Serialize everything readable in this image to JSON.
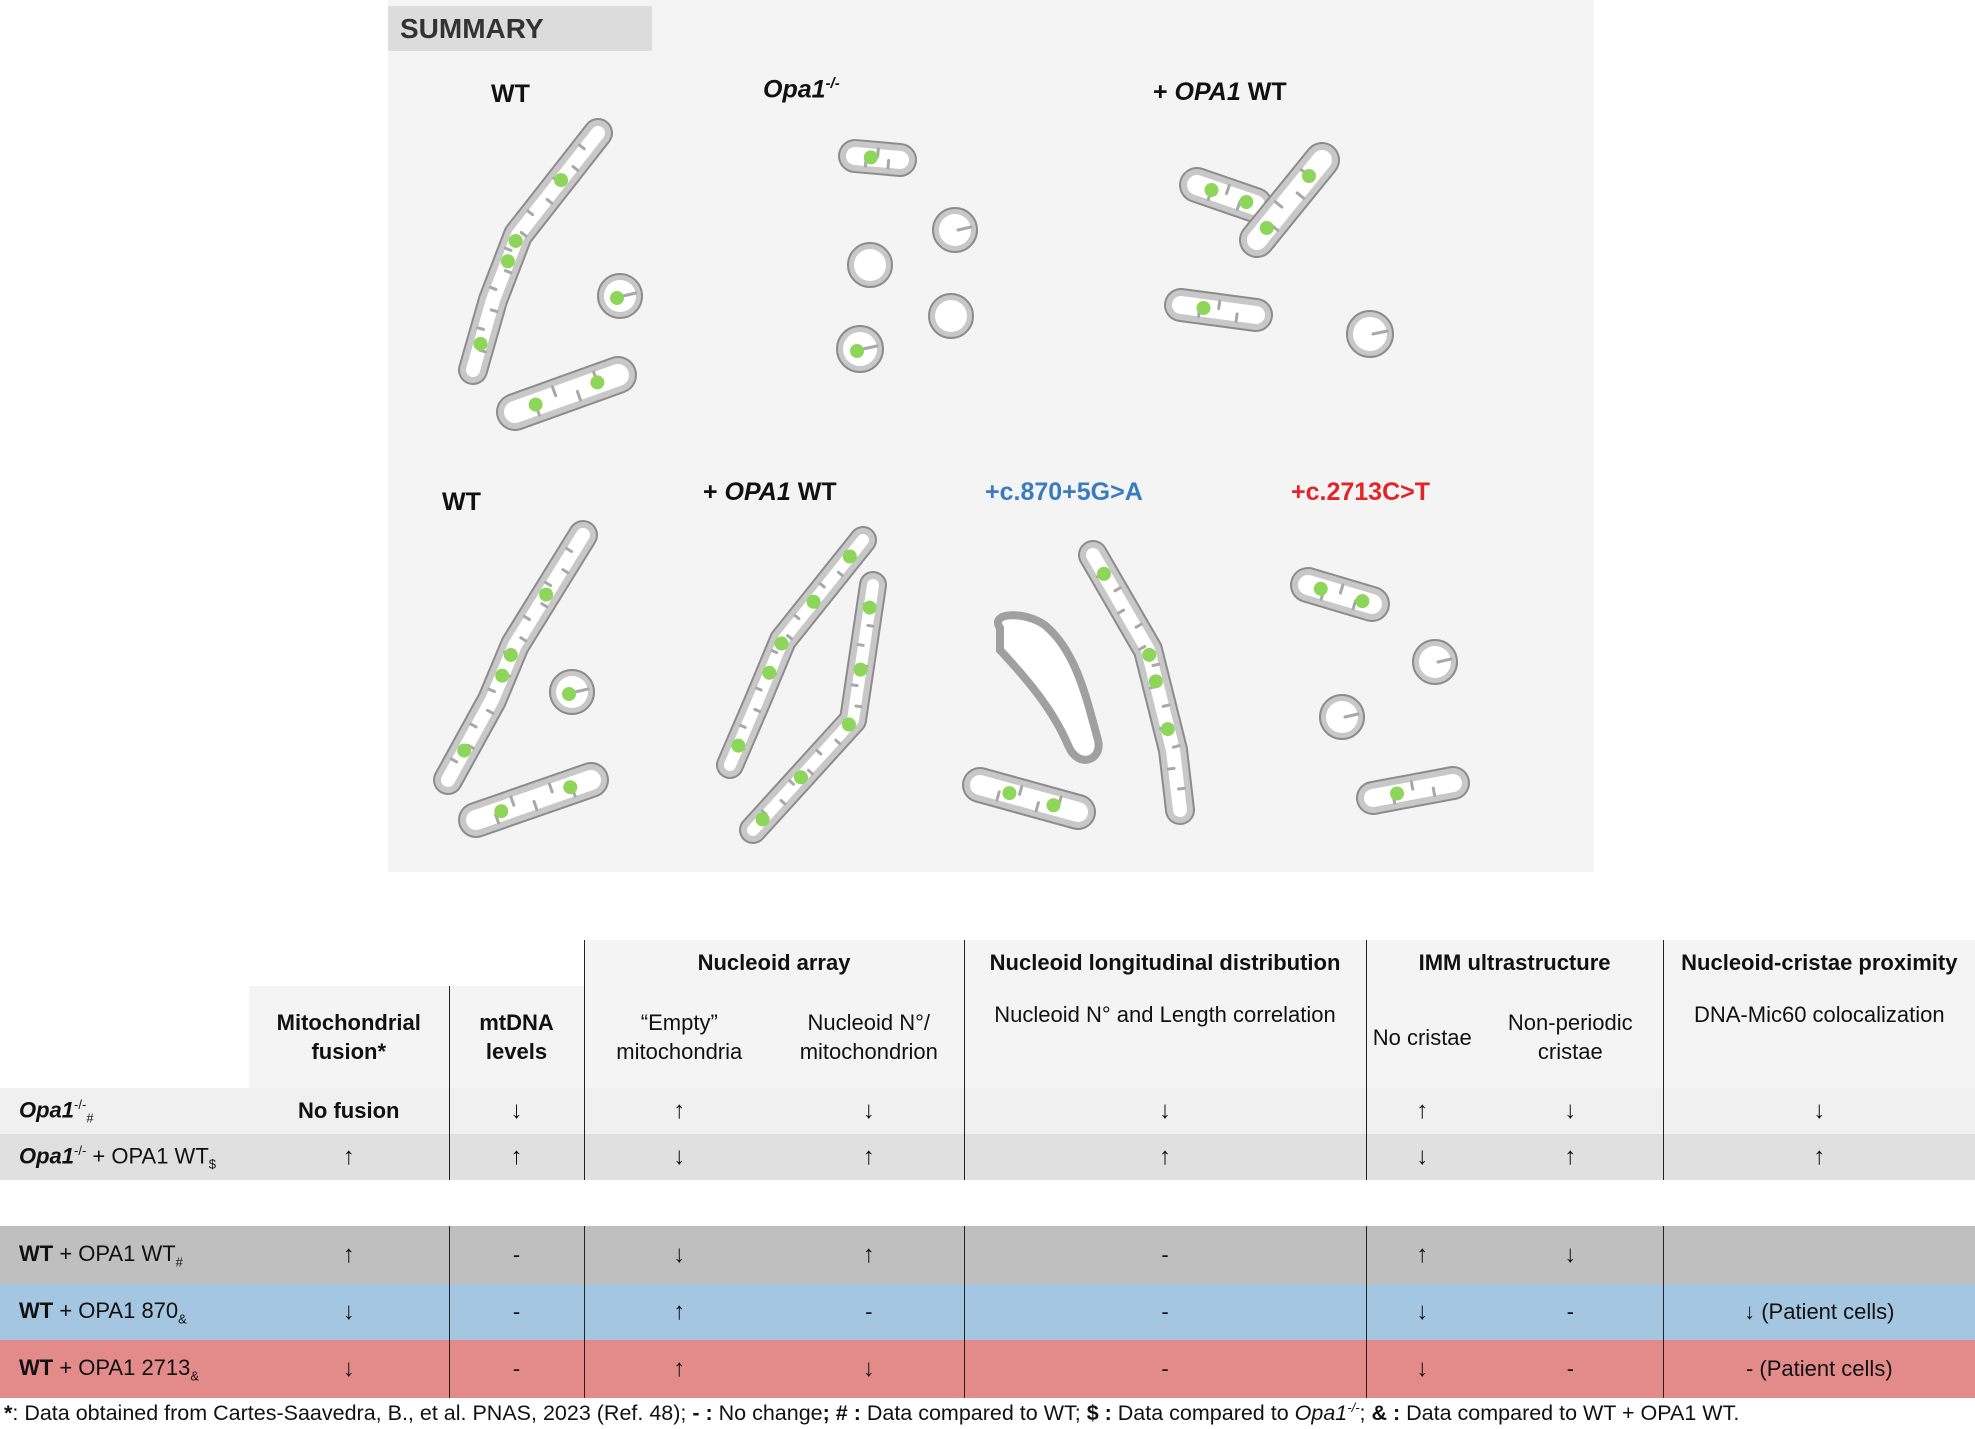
{
  "summary_title": "SUMMARY",
  "top_row": {
    "wt": "WT",
    "opa1_ko": "Opa1",
    "opa1_ko_sup": "-/-",
    "rescue_prefix": "+ ",
    "rescue_gene": "OPA1",
    "rescue_suffix": " WT"
  },
  "bottom_row": {
    "wt": "WT",
    "rescue_prefix": "+ ",
    "rescue_gene": "OPA1",
    "rescue_suffix": " WT",
    "variant_870": "+c.870+5G>A",
    "variant_2713": "+c.2713C>T"
  },
  "colors": {
    "variant_870": "#3a7bbf",
    "variant_2713": "#e0262a",
    "nucleoid": "#8ed65a",
    "membrane": "#9a9a9a"
  },
  "table": {
    "groups": {
      "nucleoid_array": "Nucleoid array",
      "longitudinal": "Nucleoid longitudinal distribution",
      "imm": "IMM ultrastructure",
      "proximity": "Nucleoid-cristae proximity"
    },
    "columns": {
      "fusion": "Mitochondrial fusion*",
      "mtdna": "mtDNA levels",
      "empty": "“Empty” mitochondria",
      "nucleoid_n": "Nucleoid N°/ mitochondrion",
      "length_corr": "Nucleoid N° and Length correlation",
      "no_cristae": "No cristae",
      "nonperiodic": "Non-periodic cristae",
      "colocalization": "DNA-Mic60 colocalization"
    },
    "rows": [
      {
        "bold": "Opa1",
        "sup": "-/-",
        "rest": "",
        "mark": "#",
        "cells": [
          "No fusion",
          "↓",
          "↑",
          "↓",
          "↓",
          "↑",
          "↓",
          "↓"
        ]
      },
      {
        "bold": "Opa1",
        "sup": "-/-",
        "rest": " + OPA1 WT",
        "mark": "$",
        "cells": [
          "↑",
          "↑",
          "↓",
          "↑",
          "↑",
          "↓",
          "↑",
          "↑"
        ]
      },
      {
        "bold": "WT",
        "sup": "",
        "rest": " + OPA1 WT",
        "mark": "#",
        "cells": [
          "↑",
          "-",
          "↓",
          "↑",
          "-",
          "↑",
          "↓",
          ""
        ]
      },
      {
        "bold": "WT",
        "sup": "",
        "rest": " + OPA1 870",
        "mark": "&",
        "cells": [
          "↓",
          "-",
          "↑",
          "-",
          "-",
          "↓",
          "-",
          "↓ (Patient cells)"
        ]
      },
      {
        "bold": "WT",
        "sup": "",
        "rest": " + OPA1 2713",
        "mark": "&",
        "cells": [
          "↓",
          "-",
          "↑",
          "↓",
          "-",
          "↓",
          "-",
          "-  (Patient cells)"
        ]
      }
    ]
  },
  "footnote": {
    "s1": "*",
    "t1": ": Data obtained from Cartes-Saavedra, B., et al. PNAS, 2023 (Ref. 48); ",
    "s2": "- :",
    "t2": " No change",
    "s3": "; # :",
    "t3": " Data compared to WT; ",
    "s4": "$ :",
    "t4": " Data compared to ",
    "it": "Opa1",
    "sup": "-/-",
    "t5": "; ",
    "s5": "& :",
    "t6": " Data compared to WT + OPA1 WT."
  }
}
